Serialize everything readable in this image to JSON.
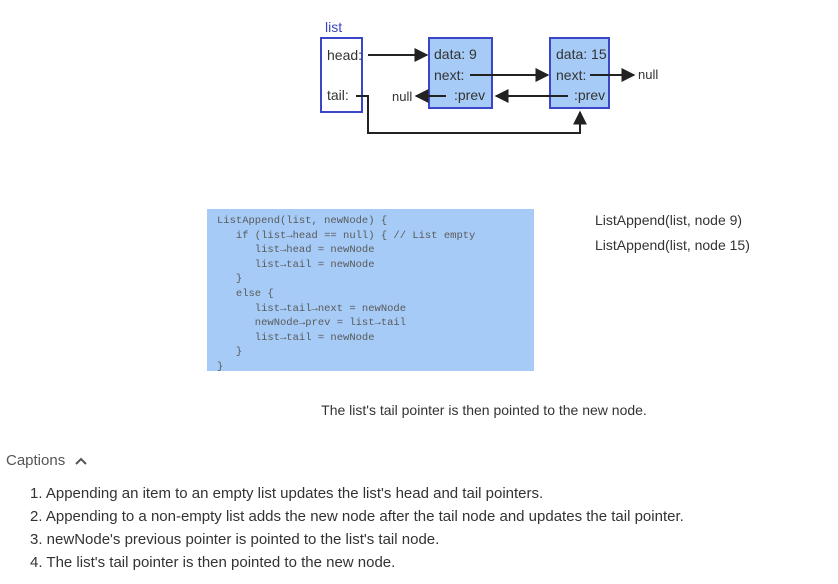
{
  "diagram": {
    "list_label": "list",
    "list_fields": {
      "head": "head:",
      "tail": "tail:"
    },
    "node1": {
      "data": "data: 9",
      "next": "next:",
      "prev": ":prev"
    },
    "node2": {
      "data": "data: 15",
      "next": "next:",
      "prev": ":prev"
    },
    "null_left": "null",
    "null_right": "null",
    "colors": {
      "box_border": "#3a45c8",
      "node_fill": "#a6cbf7",
      "arrow": "#222222"
    }
  },
  "code": {
    "lines": [
      "ListAppend(list, newNode) {",
      "   if (list→head == null) { // List empty",
      "      list→head = newNode",
      "      list→tail = newNode",
      "   }",
      "   else {",
      "      list→tail→next = newNode",
      "      newNode→prev = list→tail",
      "      list→tail = newNode",
      "   }",
      "}"
    ]
  },
  "calls": [
    "ListAppend(list, node 9)",
    "ListAppend(list, node 15)"
  ],
  "step_caption": "The list's tail pointer is then pointed to the new node.",
  "captions": {
    "toggle_label": "Captions",
    "items": [
      "1. Appending an item to an empty list updates the list's head and tail pointers.",
      "2. Appending to a non-empty list adds the new node after the tail node and updates the tail pointer.",
      "3. newNode's previous pointer is pointed to the list's tail node.",
      "4. The list's tail pointer is then pointed to the new node."
    ]
  }
}
